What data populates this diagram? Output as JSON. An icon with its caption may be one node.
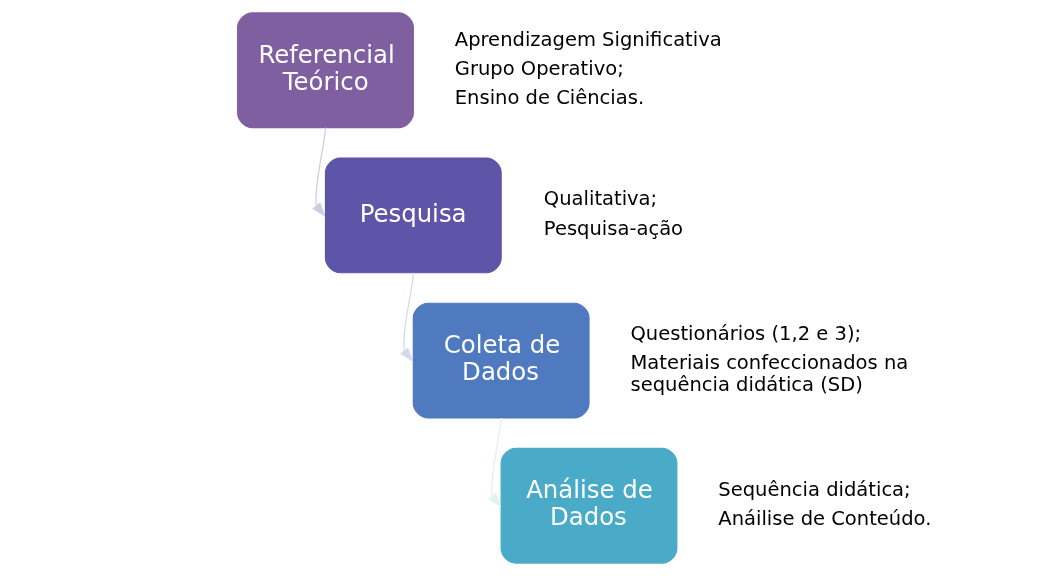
{
  "diagram": {
    "nodes": [
      {
        "text": [
          "Referencial Teórico"
        ],
        "beside": [
          "Aprendizagem Significativa",
          "Grupo Operativo;",
          "Ensino de Ciências."
        ]
      },
      {
        "text": [
          "Pesquisa"
        ],
        "beside": [
          "Qualitativa;",
          "Pesquisa-ação"
        ]
      },
      {
        "text": [
          "Coleta de Dados"
        ],
        "beside": [
          "Questionários (1,2 e 3);",
          "Materiais confeccionados na sequência didática (SD)"
        ]
      },
      {
        "text": [
          "Análise de Dados"
        ],
        "beside": [
          "Sequência didática;",
          "Anáilise de Conteúdo."
        ]
      }
    ],
    "edges": [
      {
        "from": 0,
        "to": 1,
        "arrow": "to",
        "color": "#cfcbe0"
      },
      {
        "from": 1,
        "to": 2,
        "arrow": "to",
        "color": "#d3d9ec"
      },
      {
        "from": 2,
        "to": 3,
        "arrow": "to",
        "color": "#e3eff4"
      }
    ]
  }
}
